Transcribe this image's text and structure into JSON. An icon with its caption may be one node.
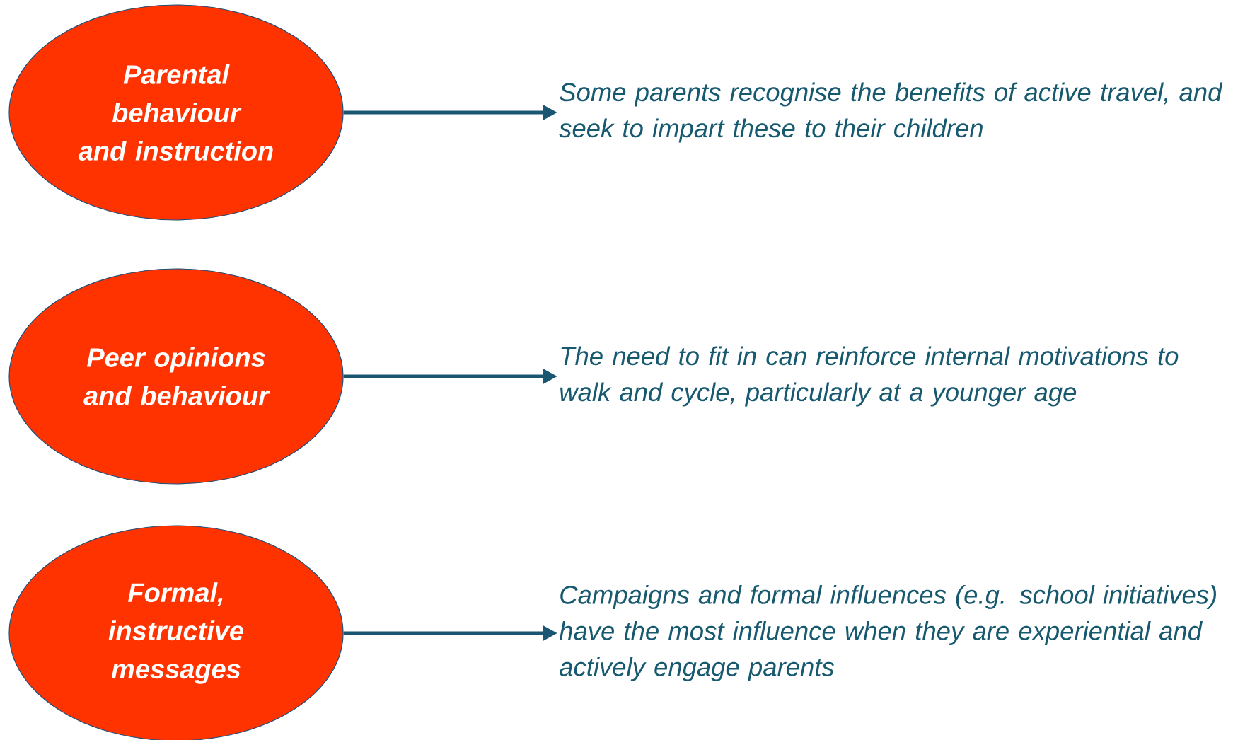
{
  "diagram": {
    "nodes": [
      {
        "text": [
          "Parental behaviour and instruction"
        ]
      },
      {
        "text": [
          "Peer opinions and behaviour"
        ]
      },
      {
        "text": [
          "Formal, instructive messages"
        ]
      },
      {
        "text": [
          "Some parents recognise the benefits of active travel, and seek to impart these to their children"
        ]
      },
      {
        "text": [
          "The need to fit in can reinforce internal motivations to walk and cycle, particularly at a younger age"
        ]
      },
      {
        "text": [
          "Campaigns and formal influences (e.g. school initiatives) have the most influence when they are experiential and actively engage parents"
        ]
      }
    ],
    "edges": [
      {
        "from": 0,
        "to": 3,
        "arrow": "to"
      },
      {
        "from": 1,
        "to": 4,
        "arrow": "to"
      },
      {
        "from": 2,
        "to": 5,
        "arrow": "to"
      }
    ]
  }
}
